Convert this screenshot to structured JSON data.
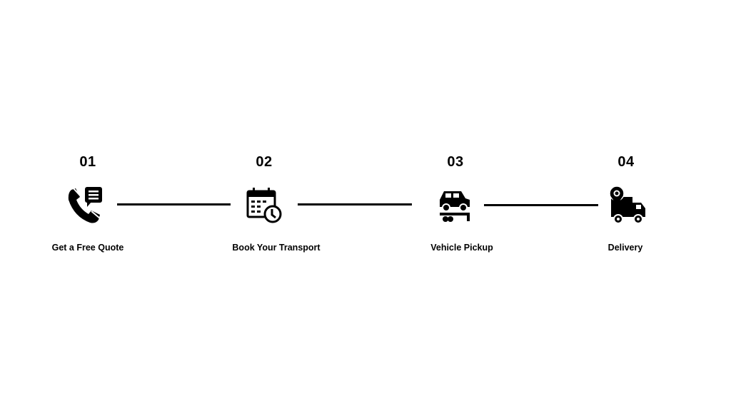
{
  "steps": [
    {
      "number": "01",
      "label": "Get a Free Quote",
      "icon": "phone-chat-icon"
    },
    {
      "number": "02",
      "label": "Book Your Transport",
      "icon": "calendar-clock-icon"
    },
    {
      "number": "03",
      "label": "Vehicle Pickup",
      "icon": "car-lift-icon"
    },
    {
      "number": "04",
      "label": "Delivery",
      "icon": "delivery-truck-location-icon"
    }
  ],
  "colors": {
    "foreground": "#000000",
    "background": "#ffffff"
  }
}
